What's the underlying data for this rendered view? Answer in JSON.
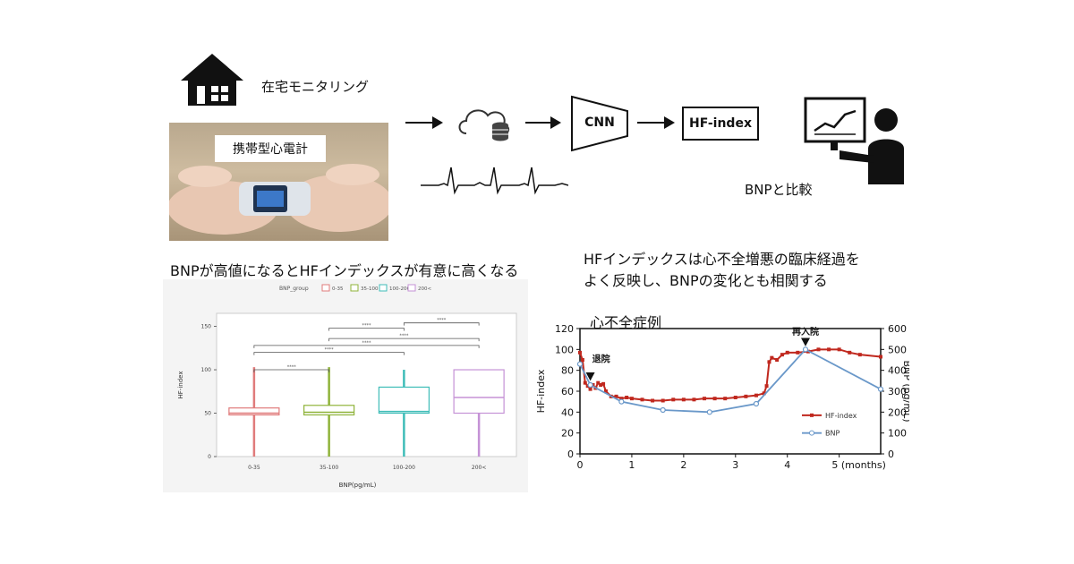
{
  "home_label": "在宅モニタリング",
  "device_label": "携帯型心電計",
  "cnn_label": "CNN",
  "hf_index_label": "HF-index",
  "bnp_compare_label": "BNPと比較",
  "left_caption": "BNPが高値になるとHFインデックスが有意に高くなる",
  "right_caption_line1": "HFインデックスは心不全増悪の臨床経過を",
  "right_caption_line2": "よく反映し、BNPの変化とも相関する",
  "case_label": "心不全症例",
  "chart_data": [
    {
      "type": "box",
      "xlabel": "BNP(pg/mL)",
      "ylabel": "HF-index",
      "legend_title": "BNP_group",
      "legend": [
        "0-35",
        "35-100",
        "100-200",
        "200<"
      ],
      "categories": [
        "0-35",
        "35-100",
        "100-200",
        "200<"
      ],
      "y_ticks": [
        "0",
        "50",
        "100",
        "150"
      ],
      "ylim": [
        0,
        165
      ],
      "series": [
        {
          "name": "0-35",
          "min": 0,
          "q1": 48,
          "median": 50,
          "q3": 56,
          "max": 103,
          "color": "#e07b7b"
        },
        {
          "name": "35-100",
          "min": 0,
          "q1": 48,
          "median": 51,
          "q3": 59,
          "max": 103,
          "color": "#8fb33a"
        },
        {
          "name": "100-200",
          "min": 0,
          "q1": 50,
          "median": 52,
          "q3": 80,
          "max": 100,
          "color": "#3fbdb8"
        },
        {
          "name": "200<",
          "min": 0,
          "q1": 50,
          "median": 68,
          "q3": 100,
          "max": 100,
          "color": "#c592d6"
        }
      ],
      "significance_label": "****",
      "significance_brackets": [
        [
          "0-35",
          "35-100"
        ],
        [
          "35-100",
          "100-200"
        ],
        [
          "100-200",
          "200<"
        ],
        [
          "35-100",
          "200<"
        ],
        [
          "0-35",
          "100-200"
        ],
        [
          "0-35",
          "200<"
        ]
      ]
    },
    {
      "type": "line",
      "xlabel": "5 (months)",
      "ylabel": "HF-index",
      "y2label": "BNP (pg/mL)",
      "x_ticks": [
        "0",
        "1",
        "2",
        "3",
        "4",
        "5 (months)"
      ],
      "y_ticks": [
        "0",
        "20",
        "40",
        "60",
        "80",
        "100",
        "120"
      ],
      "y2_ticks": [
        "0",
        "100",
        "200",
        "300",
        "400",
        "500",
        "600"
      ],
      "xlim": [
        0,
        5.8
      ],
      "ylim": [
        0,
        120
      ],
      "y2lim": [
        0,
        600
      ],
      "annotations": [
        "退院",
        "再入院"
      ],
      "series": [
        {
          "name": "HF-index",
          "axis": "left",
          "color": "#c0281e",
          "x": [
            0,
            0.05,
            0.1,
            0.15,
            0.2,
            0.25,
            0.3,
            0.35,
            0.4,
            0.45,
            0.5,
            0.6,
            0.7,
            0.8,
            0.9,
            1.0,
            1.2,
            1.4,
            1.6,
            1.8,
            2.0,
            2.2,
            2.4,
            2.6,
            2.8,
            3.0,
            3.2,
            3.4,
            3.55,
            3.6,
            3.65,
            3.7,
            3.8,
            3.9,
            4.0,
            4.2,
            4.4,
            4.6,
            4.8,
            5.0,
            5.2,
            5.4,
            5.8
          ],
          "y": [
            97,
            90,
            68,
            65,
            62,
            66,
            63,
            68,
            66,
            67,
            60,
            55,
            55,
            53,
            54,
            53,
            52,
            51,
            51,
            52,
            52,
            52,
            53,
            53,
            53,
            54,
            55,
            56,
            58,
            65,
            88,
            92,
            90,
            95,
            97,
            97,
            98,
            100,
            100,
            100,
            97,
            95,
            93
          ]
        },
        {
          "name": "BNP",
          "axis": "right",
          "color": "#6a98c9",
          "x": [
            0,
            0.2,
            0.8,
            1.6,
            2.5,
            3.4,
            4.35,
            5.8
          ],
          "y": [
            430,
            330,
            250,
            210,
            200,
            240,
            500,
            310
          ]
        }
      ]
    }
  ]
}
